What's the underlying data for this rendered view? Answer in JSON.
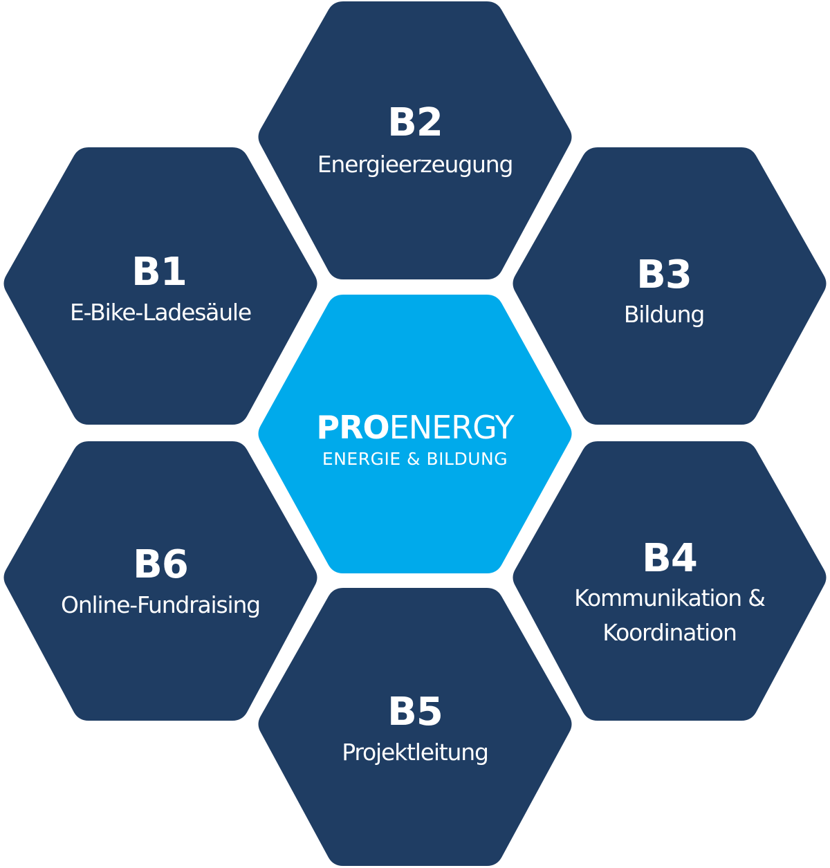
{
  "center": {
    "brand_strong": "PRO",
    "brand_light": "ENERGY",
    "tagline": "ENERGIE & BILDUNG"
  },
  "modules": [
    {
      "code": "B1",
      "label_lines": [
        "E-Bike-Ladesäule"
      ]
    },
    {
      "code": "B2",
      "label_lines": [
        "Energieerzeugung"
      ]
    },
    {
      "code": "B3",
      "label_lines": [
        "Bildung"
      ]
    },
    {
      "code": "B4",
      "label_lines": [
        "Kommunikation &",
        "Koordination"
      ]
    },
    {
      "code": "B5",
      "label_lines": [
        "Projektleitung"
      ]
    },
    {
      "code": "B6",
      "label_lines": [
        "Online-Fundraising"
      ]
    }
  ],
  "colors": {
    "module_fill": "#1f3d63",
    "center_fill": "#00aaeb",
    "text": "#ffffff"
  }
}
